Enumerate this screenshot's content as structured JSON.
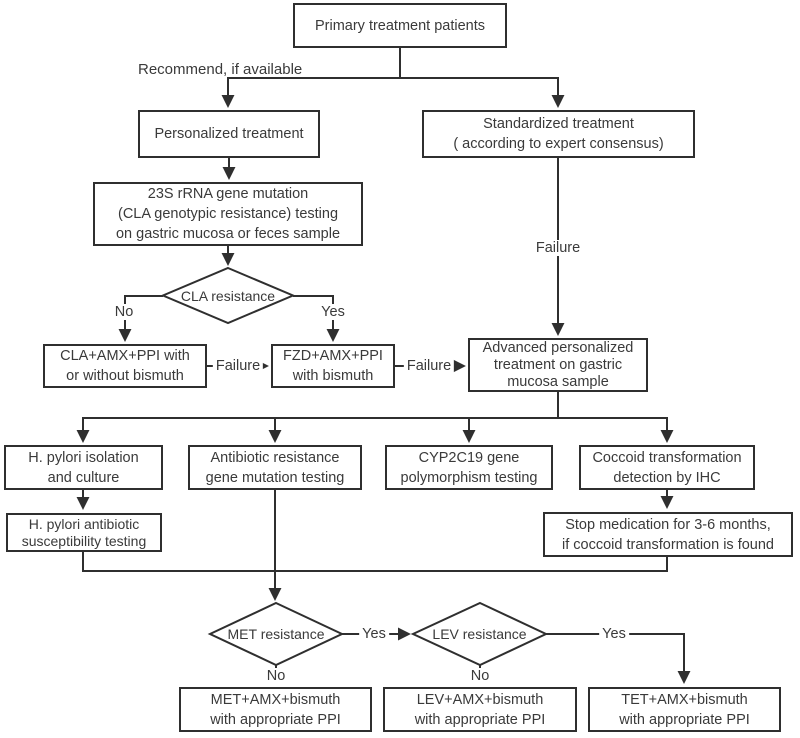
{
  "colors": {
    "line": "#2f2f2f",
    "text": "#3a3a3a",
    "box_bg": "#ffffff"
  },
  "nodes": {
    "primary": {
      "lines": [
        "Primary treatment patients"
      ]
    },
    "personalized": {
      "lines": [
        "Personalized treatment"
      ]
    },
    "standardized": {
      "lines": [
        "Standardized treatment",
        "( according to expert consensus)"
      ]
    },
    "rrna": {
      "lines": [
        "23S rRNA gene mutation",
        "(CLA genotypic resistance) testing",
        "on gastric mucosa or feces sample"
      ]
    },
    "cla_regimen": {
      "lines": [
        "CLA+AMX+PPI with",
        "or without bismuth"
      ]
    },
    "fzd_regimen": {
      "lines": [
        "FZD+AMX+PPI",
        "with bismuth"
      ]
    },
    "advanced": {
      "lines": [
        "Advanced personalized",
        "treatment on gastric",
        "mucosa sample"
      ]
    },
    "isolation": {
      "lines": [
        "H. pylori isolation",
        "and culture"
      ]
    },
    "gene_mutation": {
      "lines": [
        "Antibiotic resistance",
        "gene mutation testing"
      ]
    },
    "cyp2c19": {
      "lines": [
        "CYP2C19 gene",
        "polymorphism testing"
      ]
    },
    "coccoid": {
      "lines": [
        "Coccoid transformation",
        "detection by IHC"
      ]
    },
    "susceptibility": {
      "lines": [
        "H. pylori antibiotic",
        "susceptibility testing"
      ]
    },
    "stop_medication": {
      "lines": [
        "Stop medication for 3-6 months,",
        "if coccoid transformation is found"
      ]
    },
    "met_regimen": {
      "lines": [
        "MET+AMX+bismuth",
        "with appropriate PPI"
      ]
    },
    "lev_regimen": {
      "lines": [
        "LEV+AMX+bismuth",
        "with appropriate PPI"
      ]
    },
    "tet_regimen": {
      "lines": [
        "TET+AMX+bismuth",
        "with appropriate PPI"
      ]
    }
  },
  "decisions": {
    "cla": "CLA resistance",
    "met": "MET resistance",
    "lev": "LEV resistance"
  },
  "edge_labels": {
    "recommend": "Recommend, if available",
    "failure_std": "Failure",
    "failure_cla": "Failure",
    "failure_fzd": "Failure",
    "cla_no": "No",
    "cla_yes": "Yes",
    "met_no": "No",
    "met_yes": "Yes",
    "lev_no": "No",
    "lev_yes": "Yes"
  }
}
